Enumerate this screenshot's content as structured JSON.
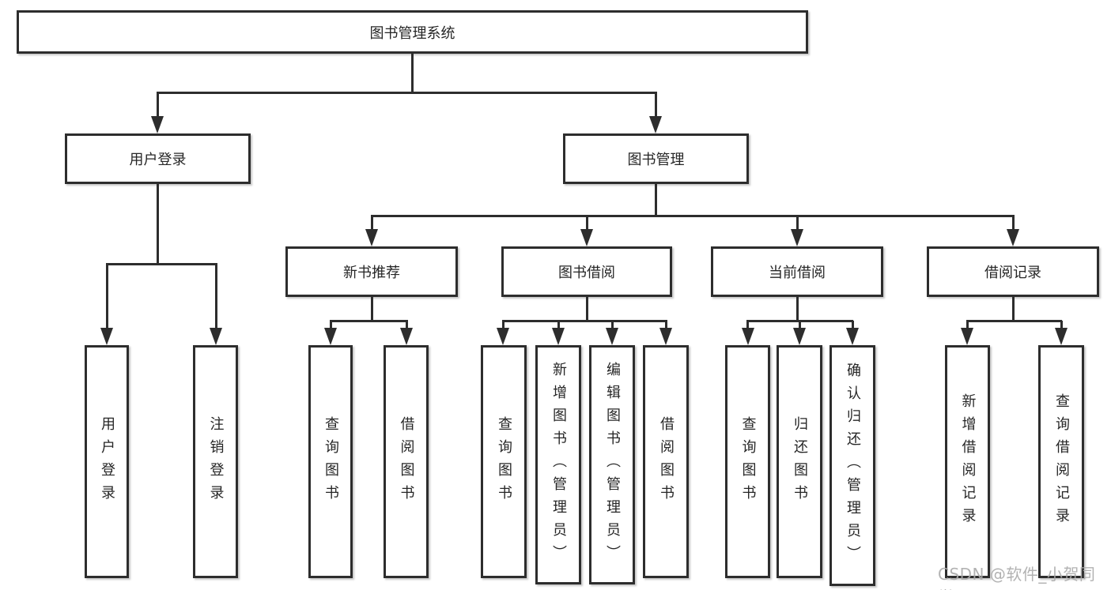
{
  "diagram": {
    "root": {
      "label": "图书管理系统"
    },
    "branches": [
      {
        "label": "用户登录",
        "children": [
          "用户登录",
          "注销登录"
        ]
      },
      {
        "label": "图书管理",
        "groups": [
          {
            "label": "新书推荐",
            "children": [
              "查询图书",
              "借阅图书"
            ]
          },
          {
            "label": "图书借阅",
            "children": [
              "查询图书",
              "新增图书（管理员）",
              "编辑图书（管理员）",
              "借阅图书"
            ]
          },
          {
            "label": "当前借阅",
            "children": [
              "查询图书",
              "归还图书",
              "确认归还（管理员）"
            ]
          },
          {
            "label": "借阅记录",
            "children": [
              "新增借阅记录",
              "查询借阅记录"
            ]
          }
        ]
      }
    ]
  },
  "watermark": {
    "text": "CSDN @软件_小贺同学"
  },
  "colors": {
    "line": "#2d2d2d",
    "box_fill": "#ffffff",
    "text": "#262626",
    "watermark": "#aaaaaa",
    "background": "#ffffff"
  }
}
